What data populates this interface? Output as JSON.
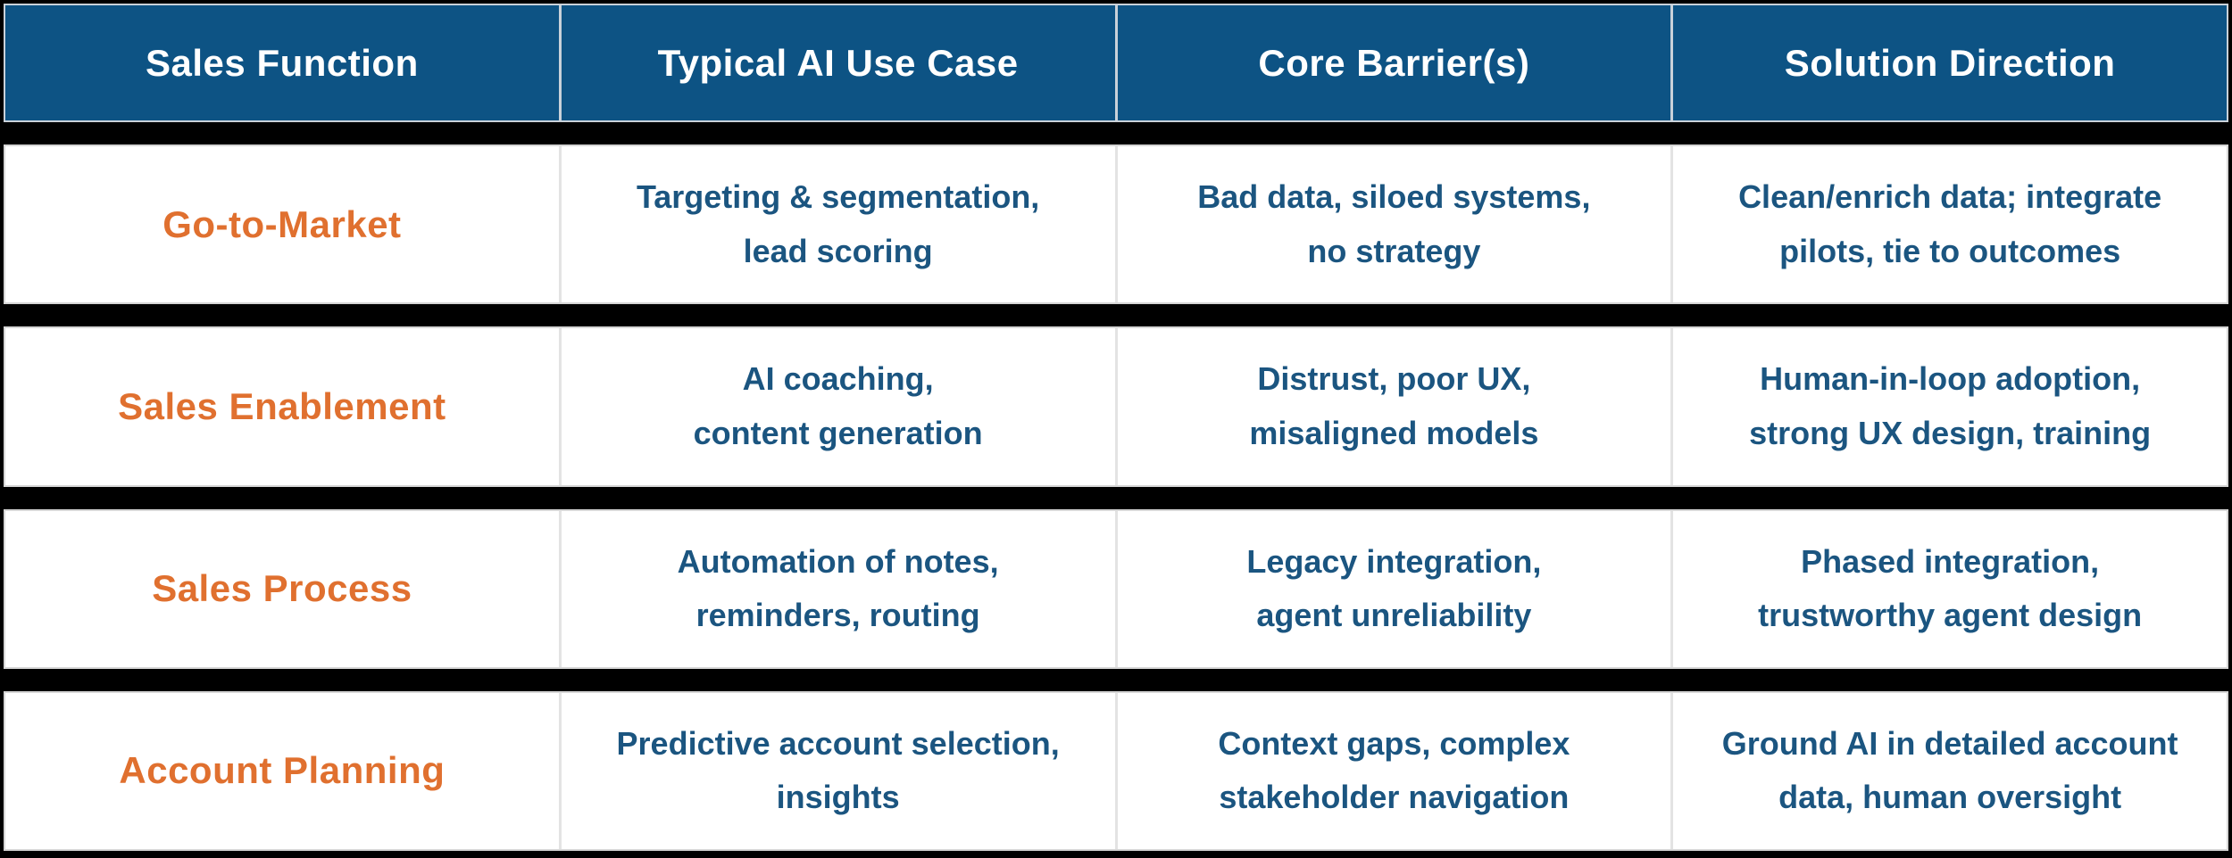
{
  "header": {
    "cells": [
      "Sales Function",
      "Typical AI Use Case",
      "Core Barrier(s)",
      "Solution Direction"
    ]
  },
  "rows": [
    {
      "function": "Go-to-Market",
      "use_case": "Targeting & segmentation,\nlead scoring",
      "barriers": "Bad data, siloed systems,\nno strategy",
      "solution": "Clean/enrich data; integrate\npilots, tie to outcomes"
    },
    {
      "function": "Sales Enablement",
      "use_case": "AI coaching,\ncontent generation",
      "barriers": "Distrust, poor UX,\nmisaligned models",
      "solution": "Human-in-loop adoption,\nstrong UX design, training"
    },
    {
      "function": "Sales Process",
      "use_case": "Automation of notes,\nreminders, routing",
      "barriers": "Legacy integration,\nagent unreliability",
      "solution": "Phased integration,\ntrustworthy agent design"
    },
    {
      "function": "Account Planning",
      "use_case": "Predictive account selection,\ninsights",
      "barriers": "Context gaps, complex\nstakeholder navigation",
      "solution": "Ground AI in detailed account\ndata, human oversight"
    }
  ],
  "colors": {
    "header_bg": "#0D5384",
    "header_text": "#FFFFFF",
    "function_text": "#E0702F",
    "body_text": "#1B5580",
    "band": "#000000",
    "card_bg": "#FFFFFF",
    "header_divider": "#C9D1D9",
    "body_divider": "#E3E3E3"
  },
  "chart_data": {
    "type": "table",
    "columns": [
      "Sales Function",
      "Typical AI Use Case",
      "Core Barrier(s)",
      "Solution Direction"
    ],
    "rows": [
      [
        "Go-to-Market",
        "Targeting & segmentation, lead scoring",
        "Bad data, siloed systems, no strategy",
        "Clean/enrich data; integrate pilots, tie to outcomes"
      ],
      [
        "Sales Enablement",
        "AI coaching, content generation",
        "Distrust, poor UX, misaligned models",
        "Human-in-loop adoption, strong UX design, training"
      ],
      [
        "Sales Process",
        "Automation of notes, reminders, routing",
        "Legacy integration, agent unreliability",
        "Phased integration, trustworthy agent design"
      ],
      [
        "Account Planning",
        "Predictive account selection, insights",
        "Context gaps, complex stakeholder navigation",
        "Ground AI in detailed account data, human oversight"
      ]
    ],
    "title": "",
    "legend_position": "none",
    "grid": "thick black row separators, light gray column dividers"
  }
}
